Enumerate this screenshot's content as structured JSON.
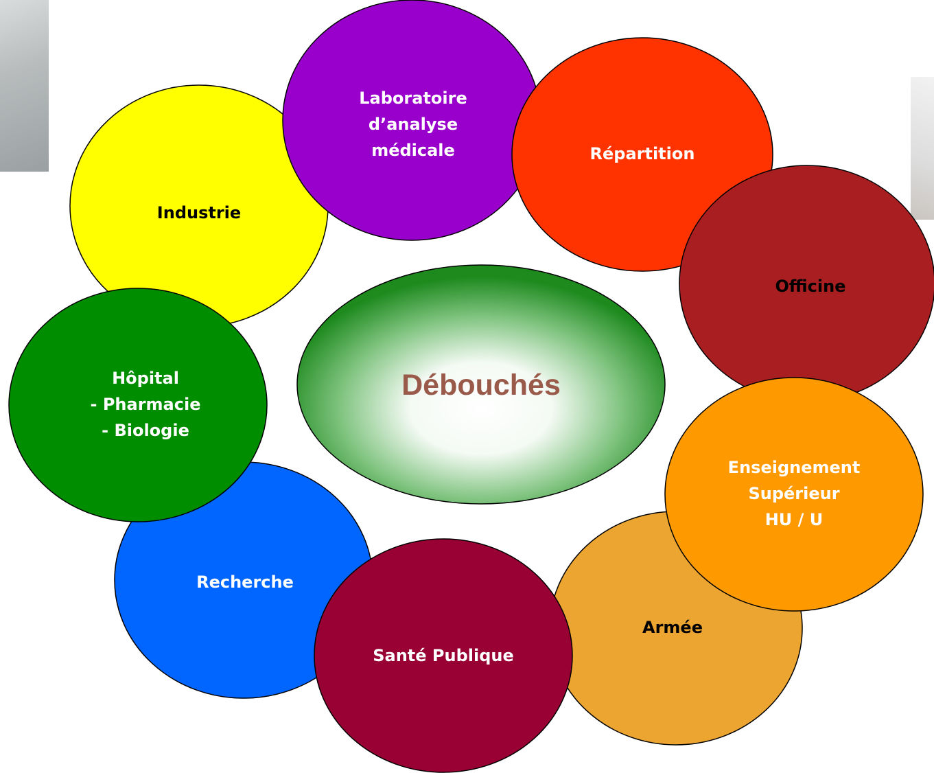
{
  "center": {
    "label": "Débouchés"
  },
  "bubbles": [
    {
      "id": "laboratoire",
      "lines": [
        "Laboratoire",
        "d’analyse",
        "médicale"
      ],
      "fill": "#9900cc",
      "text_color": "#ffffff"
    },
    {
      "id": "repartition",
      "lines": [
        "Répartition"
      ],
      "fill": "#ff3300",
      "text_color": "#ffffff"
    },
    {
      "id": "officine",
      "lines": [
        "Officine"
      ],
      "fill": "#a91f21",
      "text_color": "#000000"
    },
    {
      "id": "enseignement",
      "lines": [
        "Enseignement",
        "Supérieur",
        "HU / U"
      ],
      "fill": "#ff9900",
      "text_color": "#ffffff"
    },
    {
      "id": "armee",
      "lines": [
        "Armée"
      ],
      "fill": "#eda532",
      "text_color": "#000000"
    },
    {
      "id": "sante-publique",
      "lines": [
        "Santé Publique"
      ],
      "fill": "#990033",
      "text_color": "#ffffff"
    },
    {
      "id": "recherche",
      "lines": [
        "Recherche"
      ],
      "fill": "#0066ff",
      "text_color": "#ffffff"
    },
    {
      "id": "hopital",
      "lines": [
        "Hôpital",
        "- Pharmacie",
        "-  Biologie"
      ],
      "fill": "#008e00",
      "text_color": "#ffffff"
    },
    {
      "id": "industrie",
      "lines": [
        "Industrie"
      ],
      "fill": "#ffff00",
      "text_color": "#000000"
    }
  ]
}
